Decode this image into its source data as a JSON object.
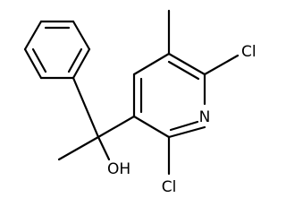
{
  "molecule": {
    "labels": {
      "n": "N",
      "cl_top": "Cl",
      "cl_bottom": "Cl",
      "oh": "OH"
    },
    "colors": {
      "ink": "#000000",
      "background": "#ffffff"
    }
  }
}
